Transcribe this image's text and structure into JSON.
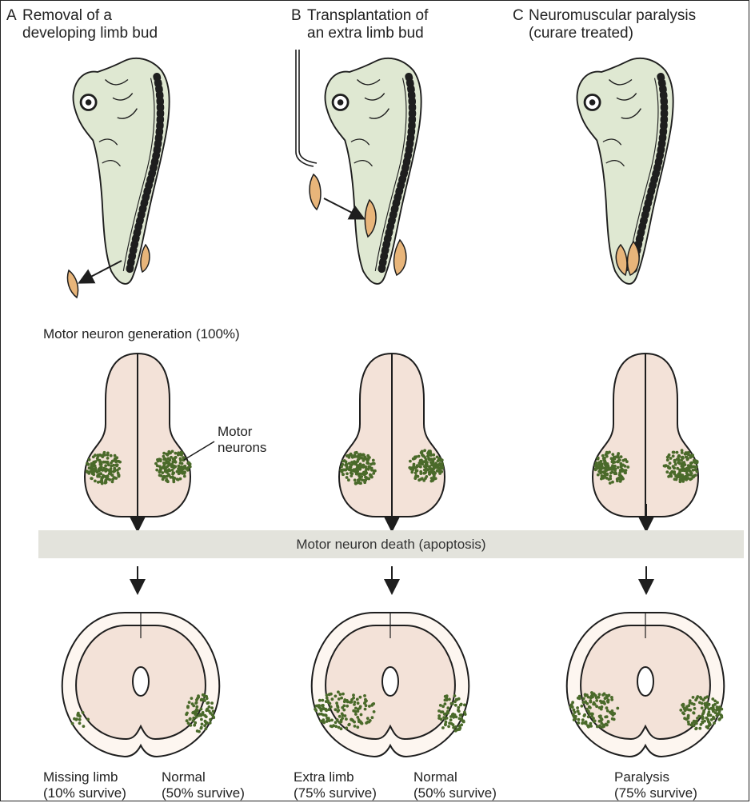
{
  "panels": [
    {
      "letter": "A",
      "title_line1": "Removal of a",
      "title_line2": "developing limb bud"
    },
    {
      "letter": "B",
      "title_line1": "Transplantation of",
      "title_line2": "an extra limb bud"
    },
    {
      "letter": "C",
      "title_line1": "Neuromuscular paralysis",
      "title_line2": "(curare treated)"
    }
  ],
  "generation_label": "Motor neuron generation (100%)",
  "motor_neurons_label_line1": "Motor",
  "motor_neurons_label_line2": "neurons",
  "death_band_label": "Motor neuron death (apoptosis)",
  "outcomes": {
    "a_left_line1": "Missing limb",
    "a_left_line2": "(10% survive)",
    "a_right_line1": "Normal",
    "a_right_line2": "(50% survive)",
    "b_left_line1": "Extra limb",
    "b_left_line2": "(75% survive)",
    "b_right_line1": "Normal",
    "b_right_line2": "(50% survive)",
    "c_line1": "Paralysis",
    "c_line2": "(75% survive)"
  },
  "colors": {
    "embryo_fill": "#dfe8d2",
    "limb_bud": "#e8b57a",
    "tissue": "#f3e2d8",
    "neuron_dots": "#4a6a2a",
    "band": "#e3e3dc"
  }
}
